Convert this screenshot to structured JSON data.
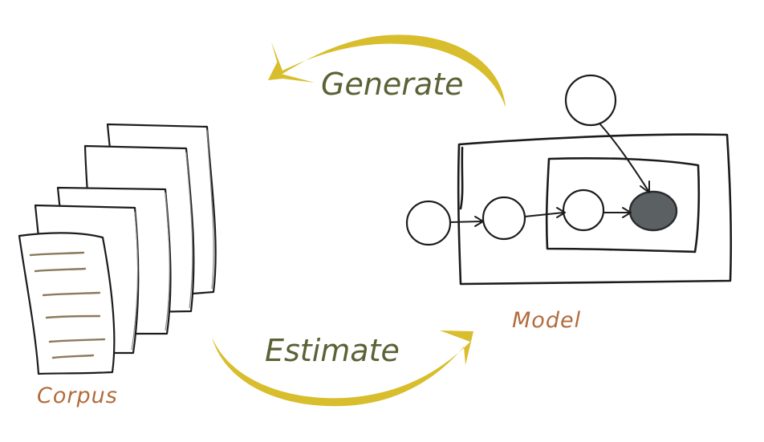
{
  "labels": {
    "generate": "Generate",
    "estimate": "Estimate",
    "corpus": "Corpus",
    "model": "Model"
  },
  "colors": {
    "arrow": "#d8bd2c",
    "verb_text": "#5a6236",
    "noun_text": "#b26b3c",
    "observed_node": "#5b6063"
  },
  "diagram": {
    "corpus_pages": 5,
    "model_nodes": [
      {
        "id": "n1",
        "observed": false
      },
      {
        "id": "n2",
        "observed": false
      },
      {
        "id": "n3",
        "observed": false
      },
      {
        "id": "n4",
        "observed": true
      },
      {
        "id": "n-top",
        "observed": false
      }
    ],
    "model_plates": 2
  }
}
